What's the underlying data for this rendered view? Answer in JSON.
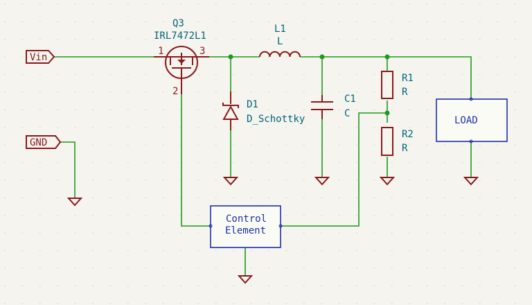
{
  "labels": {
    "vin": "Vin",
    "gnd": "GND"
  },
  "q3": {
    "ref": "Q3",
    "value": "IRL7472L1",
    "pin1": "1",
    "pin2": "2",
    "pin3": "3"
  },
  "l1": {
    "ref": "L1",
    "value": "L"
  },
  "d1": {
    "ref": "D1",
    "value": "D_Schottky"
  },
  "c1": {
    "ref": "C1",
    "value": "C"
  },
  "r1": {
    "ref": "R1",
    "value": "R"
  },
  "r2": {
    "ref": "R2",
    "value": "R"
  },
  "load": {
    "label": "LOAD"
  },
  "control": {
    "line1": "Control",
    "line2": "Element"
  },
  "colors": {
    "wire": "#1e9a1e",
    "symbol": "#8b1a1a",
    "reference": "#00647a",
    "block": "#1f2fa8",
    "background": "#f5f4ef"
  }
}
